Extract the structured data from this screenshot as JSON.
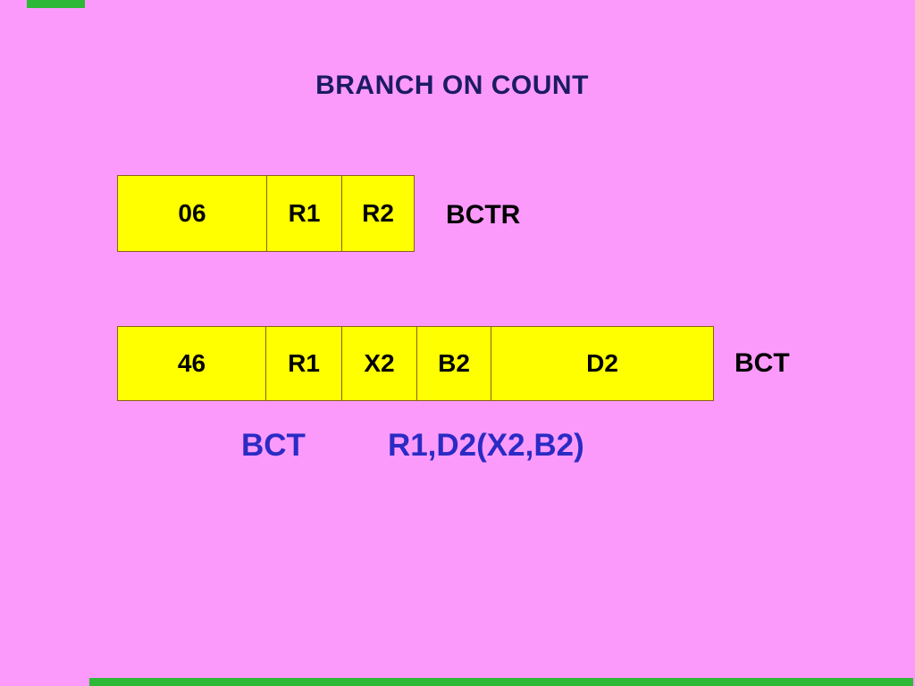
{
  "slide": {
    "title": "BRANCH ON COUNT",
    "bctr_row": {
      "cells": [
        "06",
        "R1",
        "R2"
      ],
      "mnemonic": "BCTR"
    },
    "bct_row": {
      "cells": [
        "46",
        "R1",
        "X2",
        "B2",
        "D2"
      ],
      "mnemonic": "BCT"
    },
    "instruction": {
      "mnemonic": "BCT",
      "operands": "R1,D2(X2,B2)"
    },
    "colors": {
      "background": "#FC9AFC",
      "box_fill": "#FFFF00",
      "box_border": "#8A5F1E",
      "title_text": "#1B1B63",
      "body_text": "#000000",
      "instruction_text": "#2B2BC4",
      "edge_strip_green": "#2EB837"
    }
  }
}
